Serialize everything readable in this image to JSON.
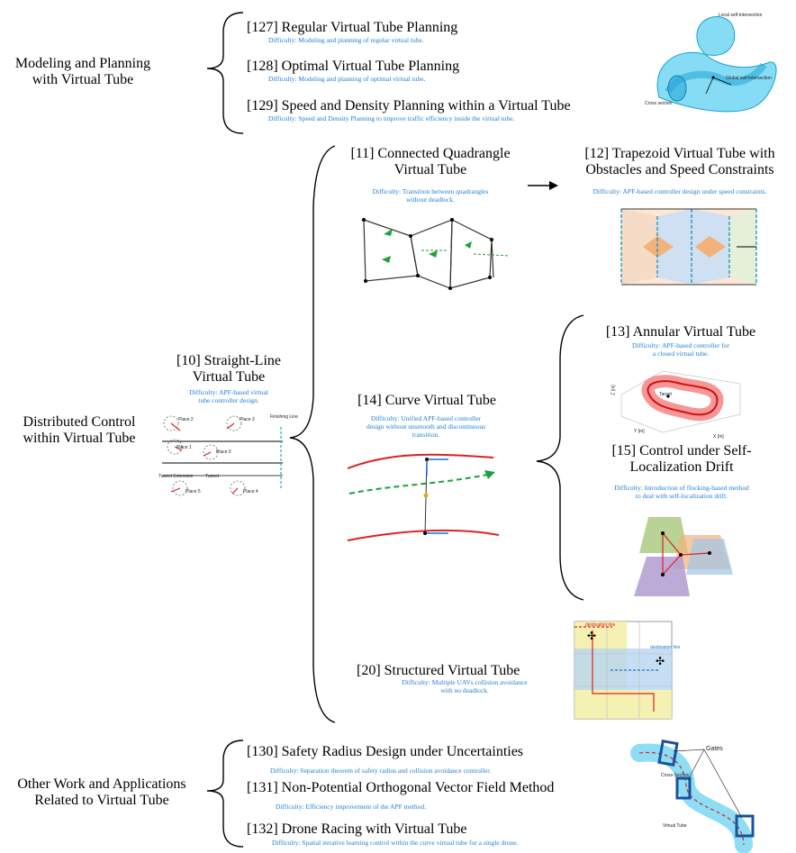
{
  "colors": {
    "difficulty": "#1f7fd6",
    "tube_blue": "#39c0e8",
    "red": "#e02020",
    "green": "#1fa040"
  },
  "groups": {
    "modeling": "Modeling and Planning\nwith Virtual Tube",
    "control": "Distributed Control\nwithin Virtual Tube",
    "other": "Other Work and Applications\nRelated to Virtual Tube"
  },
  "nodes": {
    "n127": {
      "title": "[127] Regular Virtual Tube Planning",
      "difficulty": "Difficulty: Modeling and planning of regular virtual tube."
    },
    "n128": {
      "title": "[128] Optimal Virtual Tube Planning",
      "difficulty": "Difficulty: Modeling and planning of optimal virtual tube."
    },
    "n129": {
      "title": "[129] Speed and Density Planning within a Virtual Tube",
      "difficulty": "Difficulty: Speed and Density Planning to improve traffic efficiency inside the virtual tube."
    },
    "n10": {
      "title": "[10] Straight-Line\nVirtual Tube",
      "difficulty": "Difficulty: APF-based virtual\ntube controller design."
    },
    "n11": {
      "title": "[11] Connected Quadrangle\nVirtual Tube",
      "difficulty": "Difficulty: Transition between quadrangles\nwithout deadlock."
    },
    "n12": {
      "title": "[12] Trapezoid Virtual Tube with\nObstacles and Speed Constraints",
      "difficulty": "Difficulty: APF-based controller design under speed constraints."
    },
    "n13": {
      "title": "[13] Annular Virtual Tube",
      "difficulty": "Difficulty: APF-based controller for\na closed virtual tube."
    },
    "n14": {
      "title": "[14] Curve Virtual Tube",
      "difficulty": "Difficulty: Unified APF-based controller\ndesign without unsmooth and discontinuous\ntransition."
    },
    "n15": {
      "title": "[15] Control under Self-\nLocalization Drift",
      "difficulty": "Difficulty: Introduction of flocking-based method\nto deal with self-localization drift."
    },
    "n20": {
      "title": "[20] Structured Virtual Tube",
      "difficulty": "Difficulty: Multiple UAVs collision avoidance\nwith no deadlock."
    },
    "n130": {
      "title": "[130] Safety Radius Design under Uncertainties",
      "difficulty": "Difficulty: Separation theorem of safety radius and collision avoidance controller."
    },
    "n131": {
      "title": "[131] Non-Potential Orthogonal Vector Field Method",
      "difficulty": "Difficulty: Efficiency improvement of the APF method."
    },
    "n132": {
      "title": "[132] Drone Racing with Virtual Tube",
      "difficulty": "Difficulty: Spatial iterative learning control within the curve virtual tube for a single drone."
    }
  },
  "figure_labels": {
    "tube3d": [
      "Local self-intersection",
      "Global self-intersection",
      "Cross section"
    ],
    "straight": [
      "Place 2",
      "Place 3",
      "Finishing Line",
      "Place 1",
      "Place 0",
      "Tunnel Extension",
      "Tunnel",
      "Place 5",
      "Place 4"
    ],
    "annular": [
      "Target",
      "Z [m]",
      "Y [m]",
      "X [m]"
    ],
    "structured": [
      "destination line",
      "destination line"
    ],
    "racing": [
      "Gates",
      "Cross-Section",
      "Virtual Tube"
    ]
  }
}
